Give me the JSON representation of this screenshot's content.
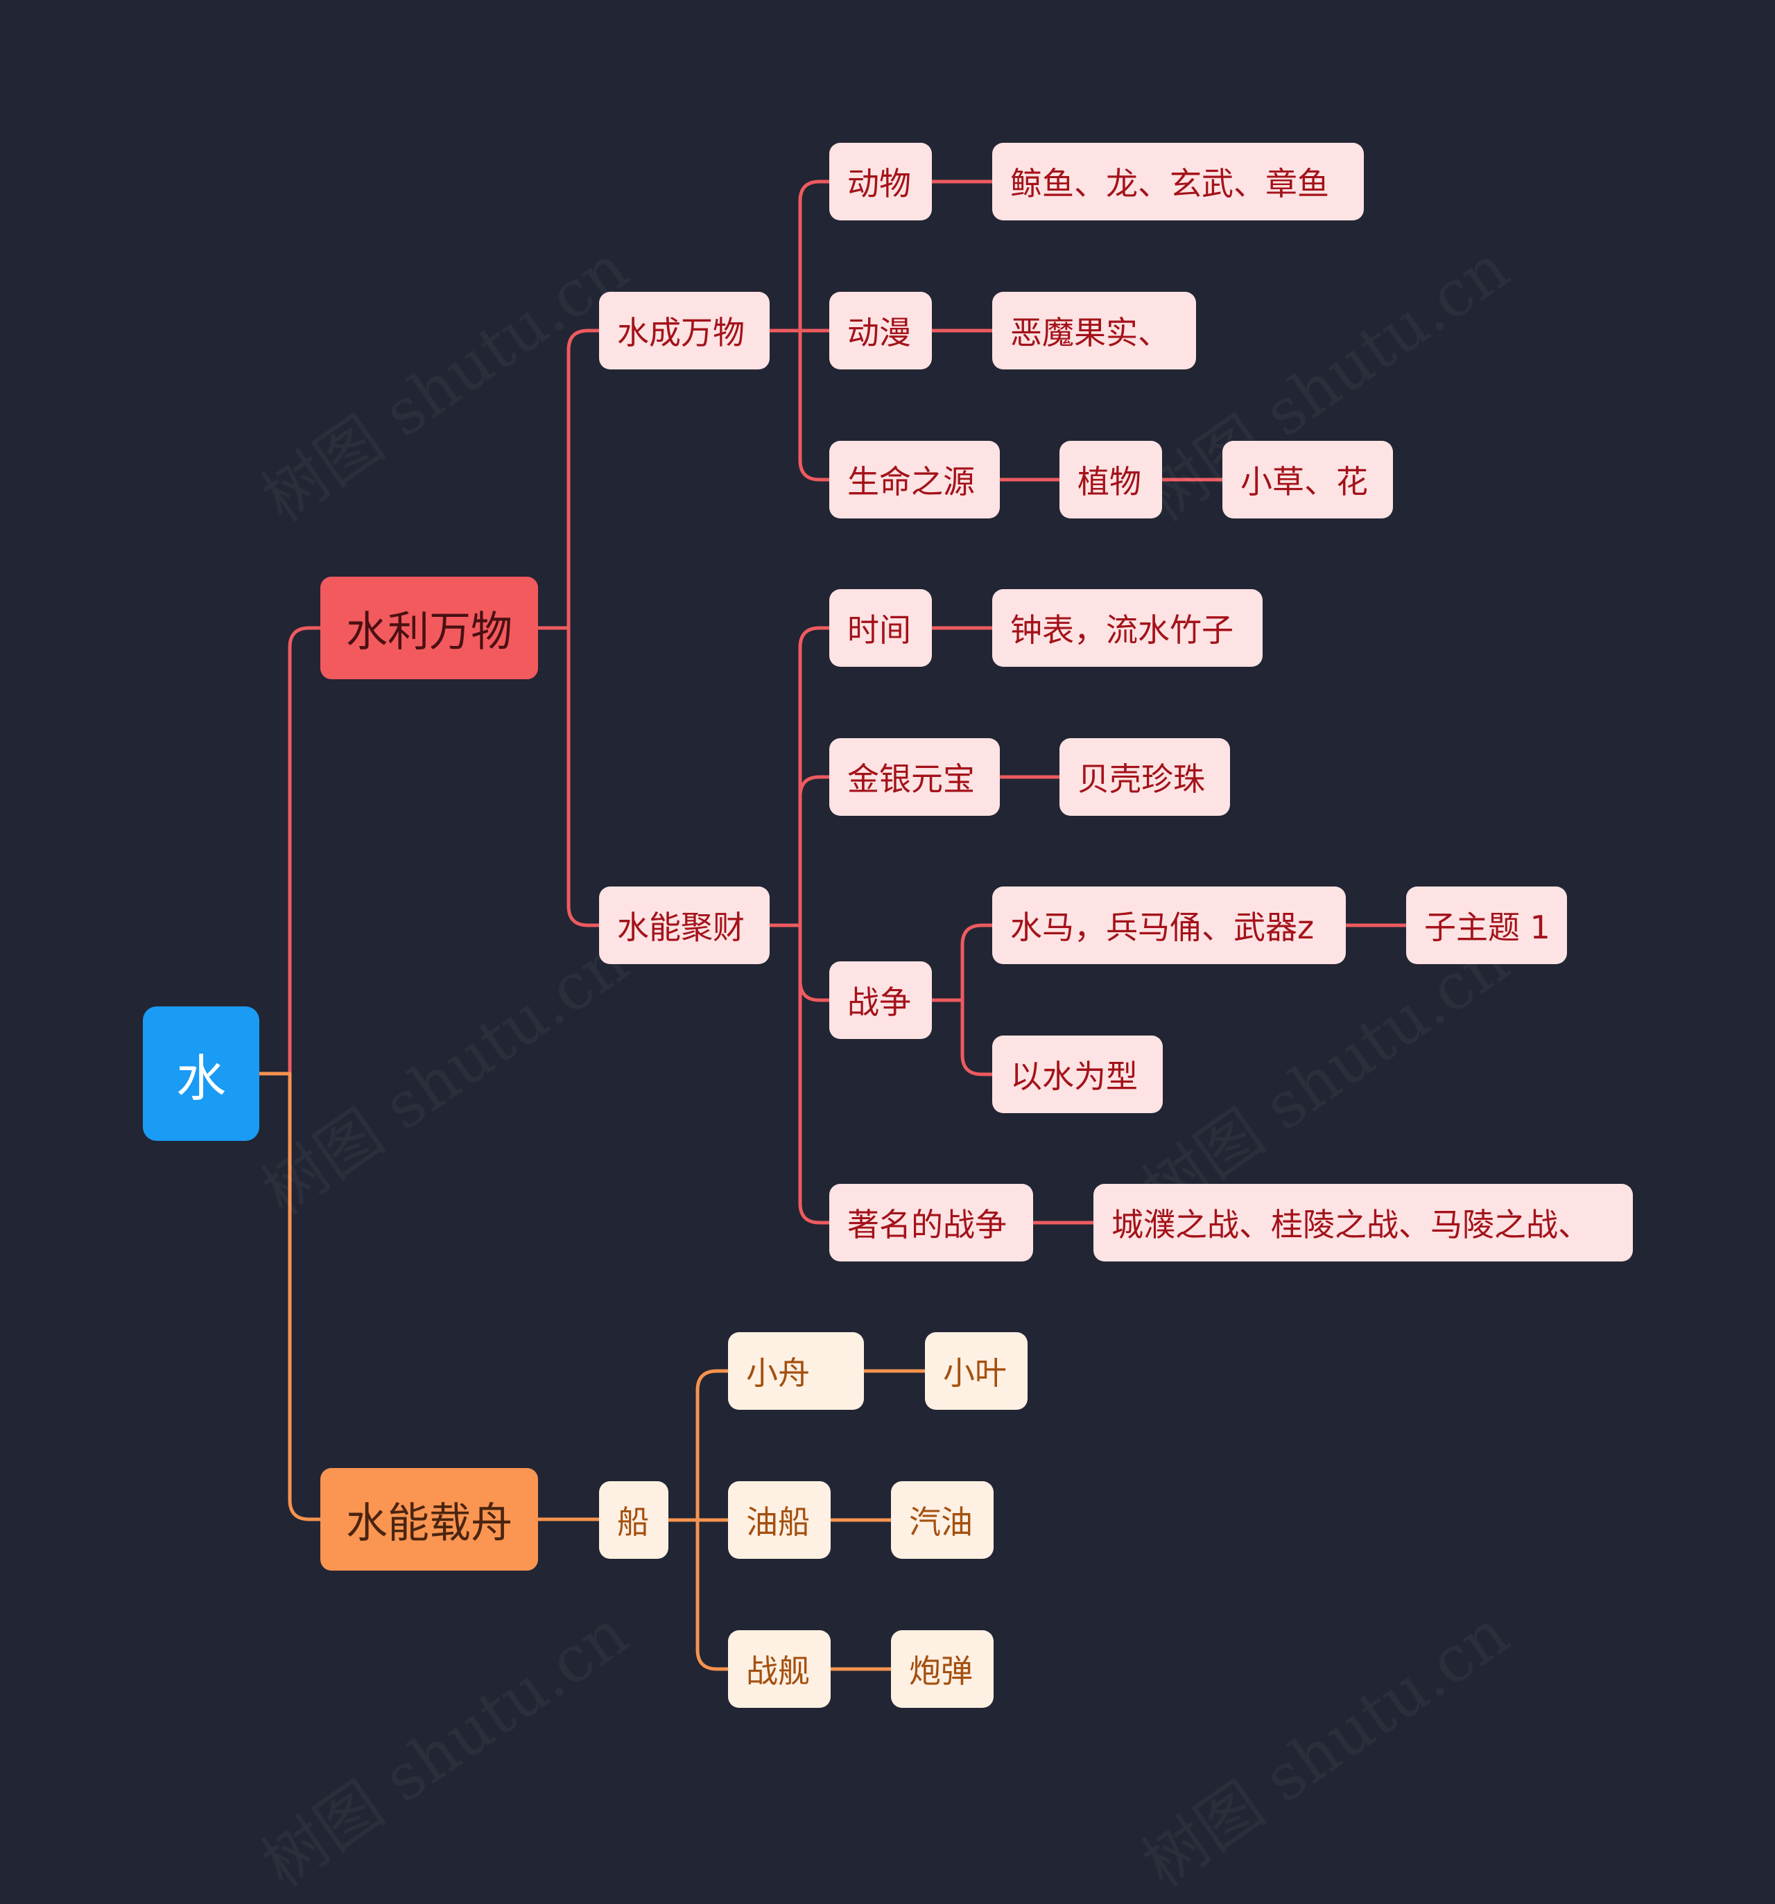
{
  "colors": {
    "background": "#222533",
    "root": "#1a9bf4",
    "branch_red": "#f25a5e",
    "branch_orange": "#fb9552",
    "leaf_red_bg": "#fde3e3",
    "leaf_orange_bg": "#fef0e3",
    "line_red": "#ee5b5f",
    "line_orange": "#f7934f"
  },
  "watermark": "树图 shutu.cn",
  "mindmap": {
    "root": "水",
    "branches": [
      {
        "label": "水利万物",
        "children": [
          {
            "label": "水成万物",
            "children": [
              {
                "label": "动物",
                "children": [
                  {
                    "label": "鲸鱼、龙、玄武、章鱼"
                  }
                ]
              },
              {
                "label": "动漫",
                "children": [
                  {
                    "label": "恶魔果实、"
                  }
                ]
              },
              {
                "label": "生命之源",
                "children": [
                  {
                    "label": "植物",
                    "children": [
                      {
                        "label": "小草、花"
                      }
                    ]
                  }
                ]
              }
            ]
          },
          {
            "label": "水能聚财",
            "children": [
              {
                "label": "时间",
                "children": [
                  {
                    "label": "钟表，流水竹子"
                  }
                ]
              },
              {
                "label": "金银元宝",
                "children": [
                  {
                    "label": "贝壳珍珠"
                  }
                ]
              },
              {
                "label": "战争",
                "children": [
                  {
                    "label": "水马，兵马俑、武器z",
                    "children": [
                      {
                        "label": "子主题 1"
                      }
                    ]
                  },
                  {
                    "label": "以水为型"
                  }
                ]
              },
              {
                "label": "著名的战争",
                "children": [
                  {
                    "label": "城濮之战、桂陵之战、马陵之战、"
                  }
                ]
              }
            ]
          }
        ]
      },
      {
        "label": "水能载舟",
        "children": [
          {
            "label": "船",
            "children": [
              {
                "label": "小舟",
                "children": [
                  {
                    "label": "小叶"
                  }
                ]
              },
              {
                "label": "油船",
                "children": [
                  {
                    "label": "汽油"
                  }
                ]
              },
              {
                "label": "战舰",
                "children": [
                  {
                    "label": "炮弹"
                  }
                ]
              }
            ]
          }
        ]
      }
    ]
  }
}
